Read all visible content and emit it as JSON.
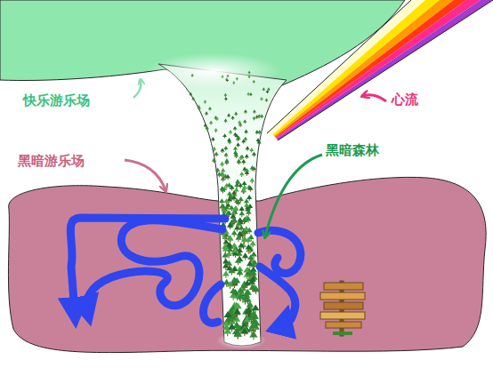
{
  "diagram": {
    "labels": [
      "快乐游乐场",
      "心流",
      "黑暗森林",
      "黑暗游乐场"
    ]
  }
}
